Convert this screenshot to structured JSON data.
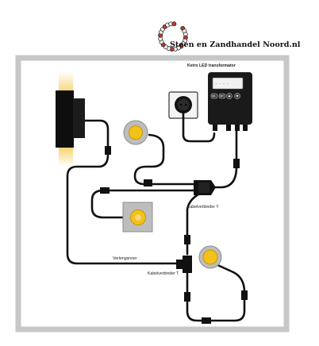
{
  "logo": {
    "text": "Steen en Zandhandel Noord.nl"
  },
  "transformer": {
    "label": "Ketro LED transformator",
    "buttons": [
      "SEL",
      "SET",
      "",
      ""
    ],
    "icons": [
      "up-arrow-icon",
      "down-arrow-icon"
    ]
  },
  "connectors": {
    "y_label": "Kabelverbinder Y",
    "t_label": "Kabelverbinder T",
    "extension_label": "Verlengsnoer"
  },
  "colors": {
    "frame": "#c7c7c7",
    "cable": "#111111",
    "lamp_yellow": "#f2c21b",
    "light_glow": "#f7d67c",
    "logo_red": "#c0392b"
  }
}
